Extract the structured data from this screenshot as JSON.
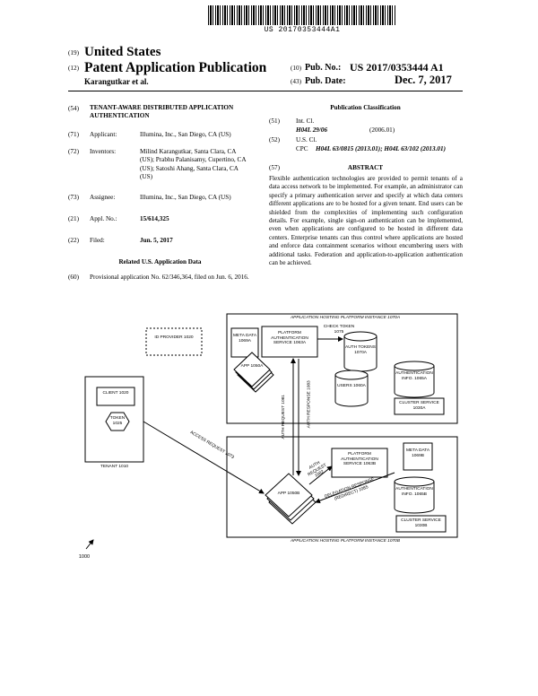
{
  "barcode": {
    "number": "US 20170353444A1"
  },
  "header": {
    "country_code": "(19)",
    "country": "United States",
    "pub_type_code": "(12)",
    "pub_type": "Patent Application Publication",
    "inventor_short": "Karangutkar et al.",
    "pub_no_code": "(10)",
    "pub_no_label": "Pub. No.:",
    "pub_no": "US 2017/0353444 A1",
    "pub_date_code": "(43)",
    "pub_date_label": "Pub. Date:",
    "pub_date": "Dec. 7, 2017"
  },
  "left": {
    "title_code": "(54)",
    "title": "TENANT-AWARE DISTRIBUTED APPLICATION AUTHENTICATION",
    "applicant_code": "(71)",
    "applicant_label": "Applicant:",
    "applicant_value": "Illumina, Inc., San Diego, CA (US)",
    "inventors_code": "(72)",
    "inventors_label": "Inventors:",
    "inventors_value": "Milind Karangutkar, Santa Clara, CA (US); Prabhu Palanisamy, Cupertino, CA (US); Satoshi Ahang, Santa Clara, CA (US)",
    "assignee_code": "(73)",
    "assignee_label": "Assignee:",
    "assignee_value": "Illumina, Inc., San Diego, CA (US)",
    "appl_code": "(21)",
    "appl_label": "Appl. No.:",
    "appl_value": "15/614,325",
    "filed_code": "(22)",
    "filed_label": "Filed:",
    "filed_value": "Jun. 5, 2017",
    "related_heading": "Related U.S. Application Data",
    "prov_code": "(60)",
    "prov_text": "Provisional application No. 62/346,364, filed on Jun. 6, 2016."
  },
  "right": {
    "classification_heading": "Publication Classification",
    "intcl_code": "(51)",
    "intcl_label": "Int. Cl.",
    "intcl_class": "H04L 29/06",
    "intcl_date": "(2006.01)",
    "uscl_code": "(52)",
    "uscl_label": "U.S. Cl.",
    "cpc_label": "CPC",
    "cpc_value": "H04L 63/0815 (2013.01); H04L 63/102 (2013.01)",
    "abstract_code": "(57)",
    "abstract_heading": "ABSTRACT",
    "abstract_text": "Flexible authentication technologies are provided to permit tenants of a data access network to be implemented. For example, an administrator can specify a primary authentication server and specify at which data centers different applications are to be hosted for a given tenant. End users can be shielded from the complexities of implementing such configuration details. For example, single sign-on authentication can be implemented, even when applications are configured to be hosted in different data centers. Enterprise tenants can thus control where applications are hosted and enforce data containment scenarios without encumbering users with additional tasks. Federation and application-to-application authentication can be achieved."
  },
  "figure": {
    "host1_title": "APPLICATION HOSTING PLATFORM INSTANCE 1070A",
    "meta1": "META DATA 1069A",
    "auth_service": "PLATFORM AUTHENTICATION SERVICE 1063A",
    "check_token": "CHECK TOKEN 1075",
    "tokens": "AUTH TOKENS 1070A",
    "app": "APP 1050A",
    "users": "USERS 1060A",
    "auth_info1": "AUTHENTICATION INFO. 1065A",
    "cluster1": "CLUSTER SERVICE 1030A",
    "idp": "ID PROVIDER 1020",
    "client": "CLIENT 1020",
    "token_tkn": "TOKEN 1025",
    "tenant": "TENANT 1010",
    "access_request": "ACCESS REQUEST 1073",
    "auth_request_1081": "AUTH REQUEST 1081",
    "auth_response_1083": "AUTH RESPONSE 1083",
    "auth_request_1082": "AUTH REQUEST 1082",
    "auth_service_b": "PLATFORM AUTHENTICATION SERVICE 1063B",
    "meta2": "META DATA 1069B",
    "auth_info2": "AUTHENTICATION INFO. 1065B",
    "delegation": "DELEGATION RESPONSE (REDIRECT) 1085",
    "app_b": "APP 1050B",
    "cluster2": "CLUSTER SERVICE 1030B",
    "host2_title": "APPLICATION HOSTING PLATFORM INSTANCE 1070B",
    "fig_number": "1000"
  }
}
